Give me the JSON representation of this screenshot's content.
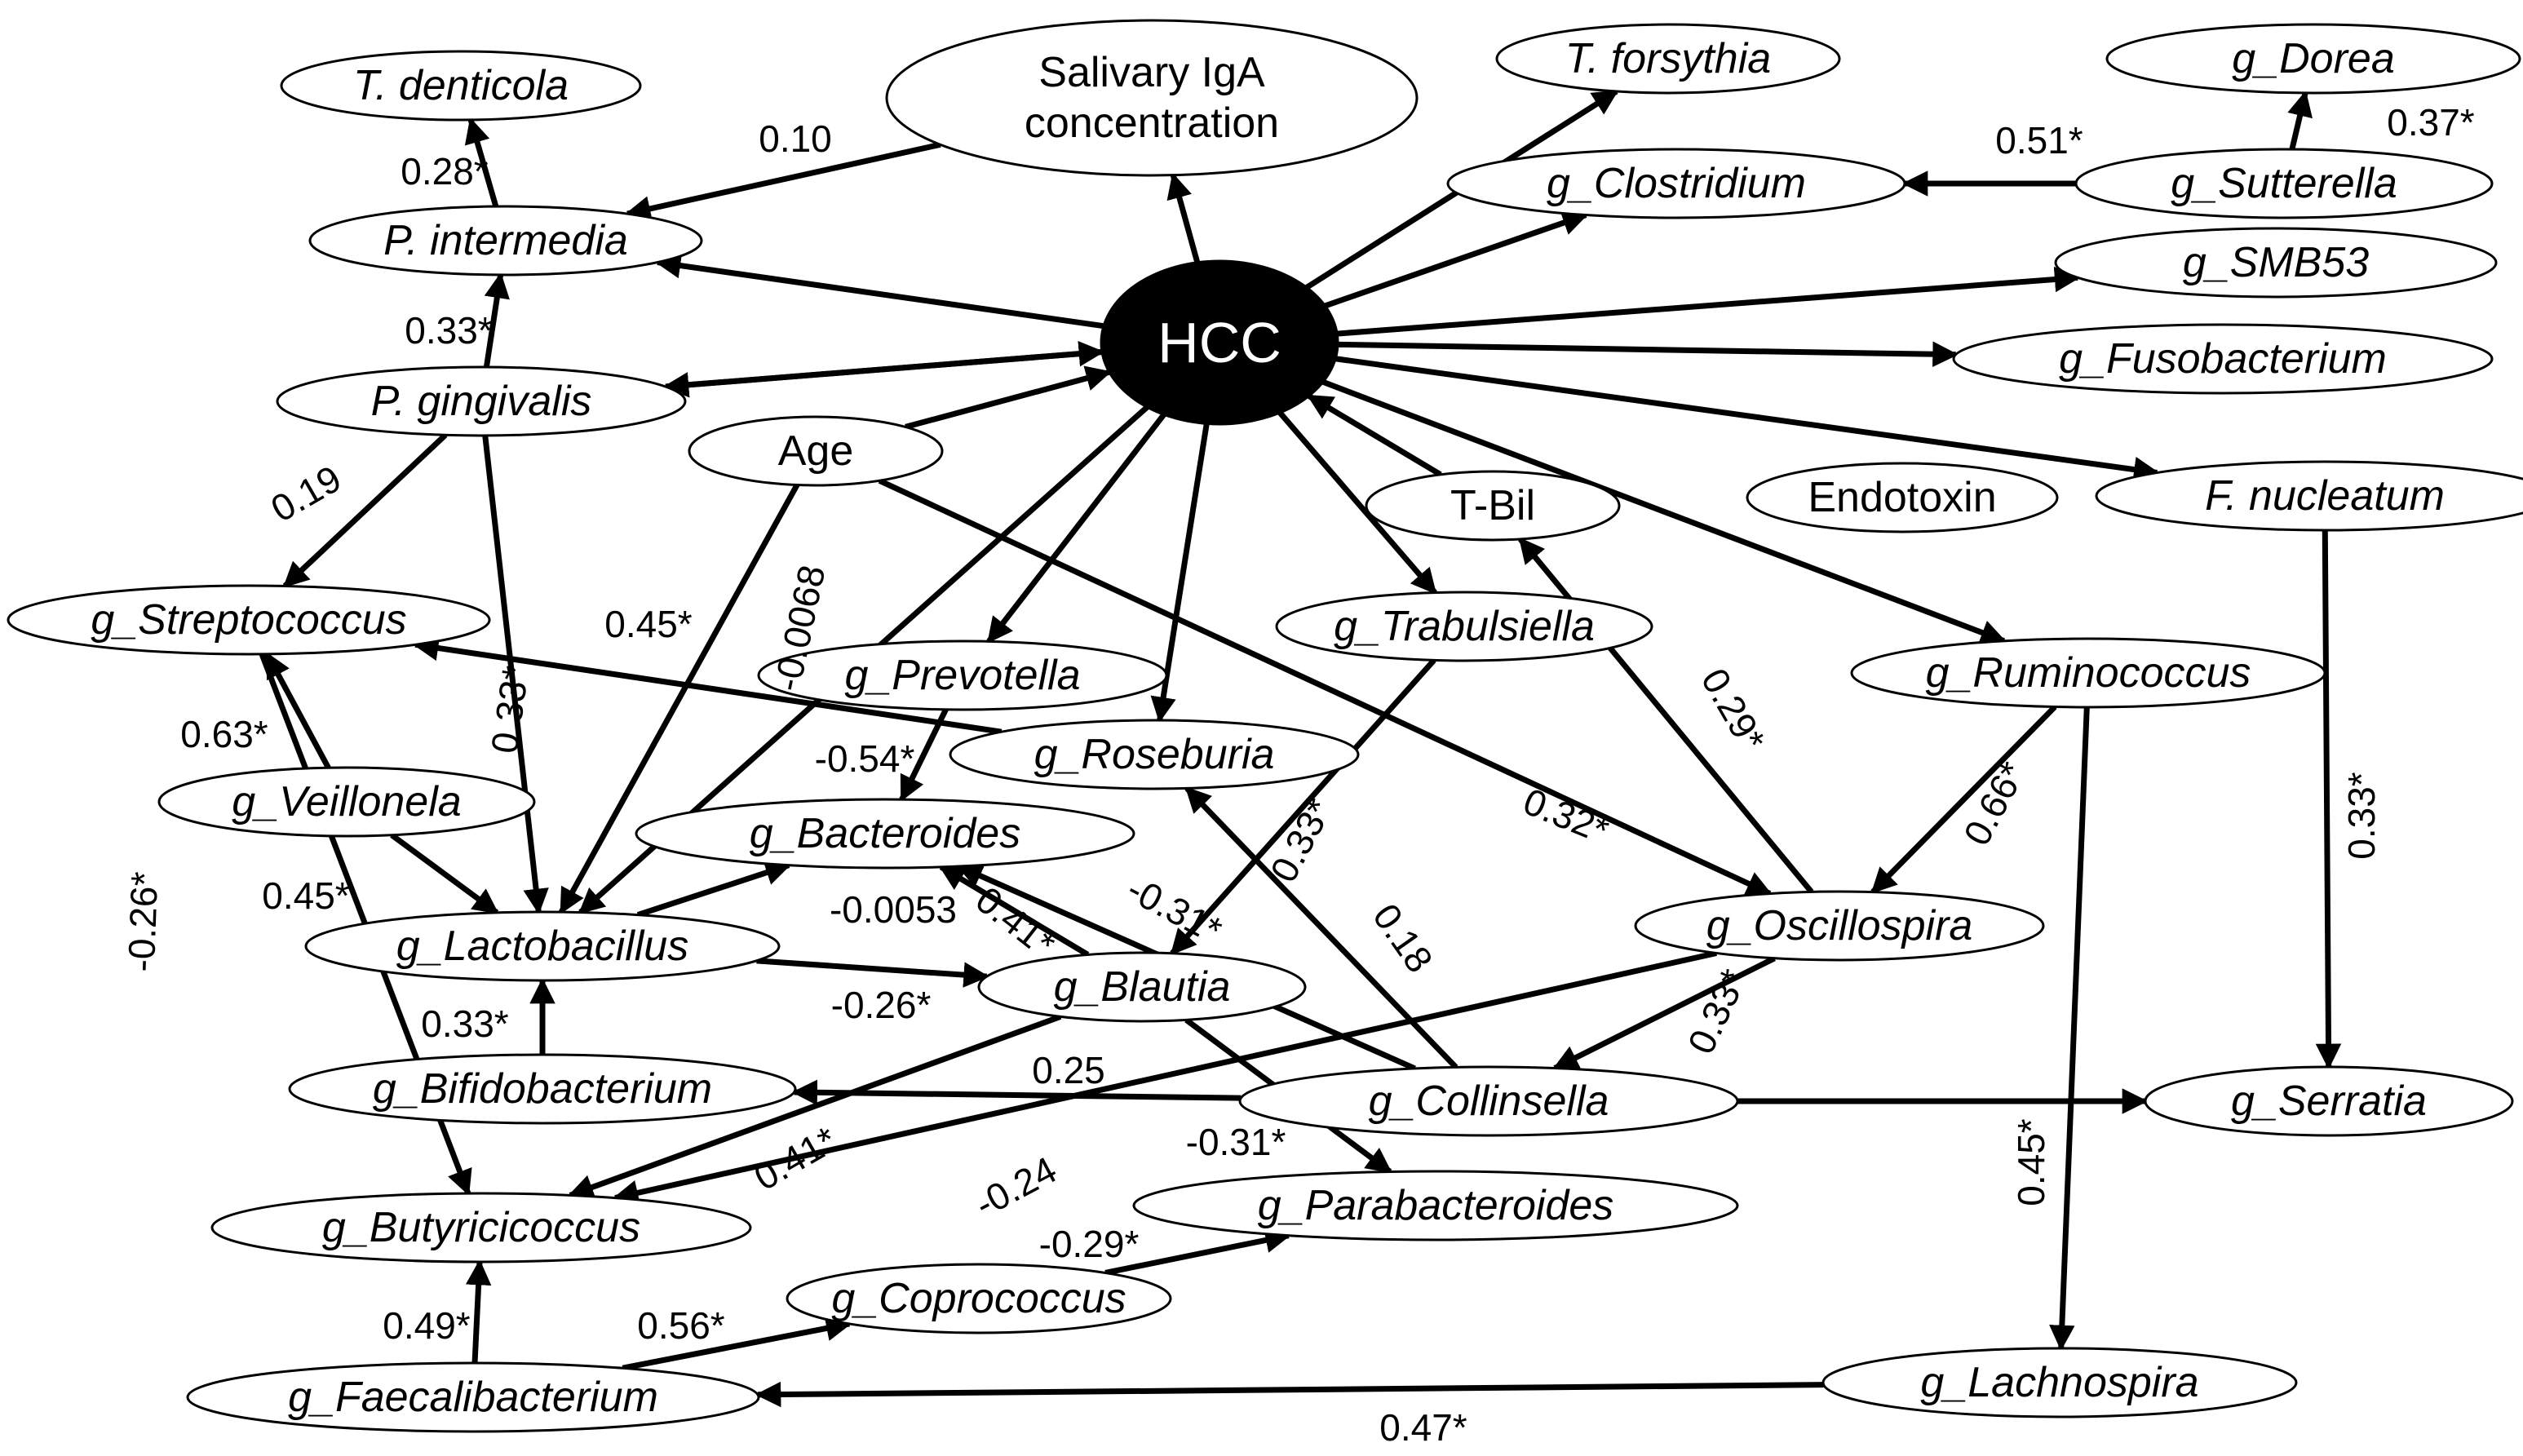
{
  "nodes": [
    {
      "id": "hcc",
      "label": [
        "HCC"
      ],
      "italic": false
    },
    {
      "id": "t_denticola",
      "label": [
        "T. denticola"
      ],
      "italic": true
    },
    {
      "id": "salivary_iga",
      "label": [
        "Salivary IgA",
        "concentration"
      ],
      "italic": false
    },
    {
      "id": "t_forsythia",
      "label": [
        "T. forsythia"
      ],
      "italic": true
    },
    {
      "id": "g_dorea",
      "label": [
        "g_Dorea"
      ],
      "italic": true
    },
    {
      "id": "g_clostridium",
      "label": [
        "g_Clostridium"
      ],
      "italic": true
    },
    {
      "id": "g_sutterella",
      "label": [
        "g_Sutterella"
      ],
      "italic": true
    },
    {
      "id": "p_intermedia",
      "label": [
        "P. intermedia"
      ],
      "italic": true
    },
    {
      "id": "g_smb53",
      "label": [
        "g_SMB53"
      ],
      "italic": true
    },
    {
      "id": "g_fusobacterium",
      "label": [
        "g_Fusobacterium"
      ],
      "italic": true
    },
    {
      "id": "p_gingivalis",
      "label": [
        "P. gingivalis"
      ],
      "italic": true
    },
    {
      "id": "age",
      "label": [
        "Age"
      ],
      "italic": false
    },
    {
      "id": "t_bil",
      "label": [
        "T-Bil"
      ],
      "italic": false
    },
    {
      "id": "endotoxin",
      "label": [
        "Endotoxin"
      ],
      "italic": false
    },
    {
      "id": "f_nucleatum",
      "label": [
        "F. nucleatum"
      ],
      "italic": true
    },
    {
      "id": "g_streptococcus",
      "label": [
        "g_Streptococcus"
      ],
      "italic": true
    },
    {
      "id": "g_trabulsiella",
      "label": [
        "g_Trabulsiella"
      ],
      "italic": true
    },
    {
      "id": "g_prevotella",
      "label": [
        "g_Prevotella"
      ],
      "italic": true
    },
    {
      "id": "g_ruminococcus",
      "label": [
        "g_Ruminococcus"
      ],
      "italic": true
    },
    {
      "id": "g_roseburia",
      "label": [
        "g_Roseburia"
      ],
      "italic": true
    },
    {
      "id": "g_veillonela",
      "label": [
        "g_Veillonela"
      ],
      "italic": true
    },
    {
      "id": "g_bacteroides",
      "label": [
        "g_Bacteroides"
      ],
      "italic": true
    },
    {
      "id": "g_oscillospira",
      "label": [
        "g_Oscillospira"
      ],
      "italic": true
    },
    {
      "id": "g_lactobacillus",
      "label": [
        "g_Lactobacillus"
      ],
      "italic": true
    },
    {
      "id": "g_blautia",
      "label": [
        "g_Blautia"
      ],
      "italic": true
    },
    {
      "id": "g_bifidobacterium",
      "label": [
        "g_Bifidobacterium"
      ],
      "italic": true
    },
    {
      "id": "g_collinsella",
      "label": [
        "g_Collinsella"
      ],
      "italic": true
    },
    {
      "id": "g_serratia",
      "label": [
        "g_Serratia"
      ],
      "italic": true
    },
    {
      "id": "g_parabacteroides",
      "label": [
        "g_Parabacteroides"
      ],
      "italic": true
    },
    {
      "id": "g_butyricicoccus",
      "label": [
        "g_Butyricicoccus"
      ],
      "italic": true
    },
    {
      "id": "g_coprococcus",
      "label": [
        "g_Coprococcus"
      ],
      "italic": true
    },
    {
      "id": "g_faecalibacterium",
      "label": [
        "g_Faecalibacterium"
      ],
      "italic": true
    },
    {
      "id": "g_lachnospira",
      "label": [
        "g_Lachnospira"
      ],
      "italic": true
    }
  ],
  "edges": [
    {
      "from": "hcc",
      "to": "salivary_iga",
      "label": ""
    },
    {
      "from": "hcc",
      "to": "t_forsythia",
      "label": ""
    },
    {
      "from": "hcc",
      "to": "g_clostridium",
      "label": ""
    },
    {
      "from": "hcc",
      "to": "g_smb53",
      "label": ""
    },
    {
      "from": "hcc",
      "to": "g_fusobacterium",
      "label": ""
    },
    {
      "from": "hcc",
      "to": "f_nucleatum",
      "label": ""
    },
    {
      "from": "hcc",
      "to": "g_ruminococcus",
      "label": ""
    },
    {
      "from": "hcc",
      "to": "p_intermedia",
      "label": ""
    },
    {
      "from": "hcc",
      "to": "p_gingivalis",
      "label": ""
    },
    {
      "from": "p_gingivalis",
      "to": "hcc",
      "label": ""
    },
    {
      "from": "age",
      "to": "hcc",
      "label": ""
    },
    {
      "from": "hcc",
      "to": "g_lactobacillus",
      "label": ""
    },
    {
      "from": "hcc",
      "to": "g_prevotella",
      "label": ""
    },
    {
      "from": "hcc",
      "to": "g_roseburia",
      "label": ""
    },
    {
      "from": "hcc",
      "to": "g_trabulsiella",
      "label": ""
    },
    {
      "from": "t_bil",
      "to": "hcc",
      "label": ""
    },
    {
      "from": "salivary_iga",
      "to": "p_intermedia",
      "label": "0.10"
    },
    {
      "from": "p_intermedia",
      "to": "t_denticola",
      "label": "0.28*"
    },
    {
      "from": "p_gingivalis",
      "to": "p_intermedia",
      "label": "0.33*"
    },
    {
      "from": "g_sutterella",
      "to": "g_clostridium",
      "label": "0.51*"
    },
    {
      "from": "g_sutterella",
      "to": "g_dorea",
      "label": "0.37*"
    },
    {
      "from": "p_gingivalis",
      "to": "g_streptococcus",
      "label": "0.19"
    },
    {
      "from": "p_gingivalis",
      "to": "g_lactobacillus",
      "label": "0.33*"
    },
    {
      "from": "age",
      "to": "g_lactobacillus",
      "label": "-0.0068"
    },
    {
      "from": "age",
      "to": "g_oscillospira",
      "label": "0.32*"
    },
    {
      "from": "g_roseburia",
      "to": "g_streptococcus",
      "label": "0.45*"
    },
    {
      "from": "g_veillonela",
      "to": "g_streptococcus",
      "label": "0.63*"
    },
    {
      "from": "g_veillonela",
      "to": "g_lactobacillus",
      "label": "0.45*"
    },
    {
      "from": "g_streptococcus",
      "to": "g_butyricicoccus",
      "label": "-0.26*"
    },
    {
      "from": "g_prevotella",
      "to": "g_bacteroides",
      "label": "-0.54*"
    },
    {
      "from": "g_lactobacillus",
      "to": "g_bacteroides",
      "label": "-0.0053"
    },
    {
      "from": "g_lactobacillus",
      "to": "g_blautia",
      "label": "-0.26*"
    },
    {
      "from": "g_blautia",
      "to": "g_bacteroides",
      "label": "0.41*"
    },
    {
      "from": "g_collinsella",
      "to": "g_bacteroides",
      "label": "-0.31*"
    },
    {
      "from": "g_trabulsiella",
      "to": "g_blautia",
      "label": "0.33*"
    },
    {
      "from": "g_collinsella",
      "to": "g_roseburia",
      "label": "0.18"
    },
    {
      "from": "g_oscillospira",
      "to": "t_bil",
      "label": "0.29*"
    },
    {
      "from": "g_ruminococcus",
      "to": "g_oscillospira",
      "label": "0.66*"
    },
    {
      "from": "g_oscillospira",
      "to": "g_collinsella",
      "label": "0.33*"
    },
    {
      "from": "g_bifidobacterium",
      "to": "g_lactobacillus",
      "label": "0.33*"
    },
    {
      "from": "g_collinsella",
      "to": "g_bifidobacterium",
      "label": "0.25"
    },
    {
      "from": "g_collinsella",
      "to": "g_serratia",
      "label": ""
    },
    {
      "from": "f_nucleatum",
      "to": "g_serratia",
      "label": "0.33*"
    },
    {
      "from": "g_blautia",
      "to": "g_butyricicoccus",
      "label": "0.41*"
    },
    {
      "from": "g_oscillospira",
      "to": "g_butyricicoccus",
      "label": "-0.24"
    },
    {
      "from": "g_blautia",
      "to": "g_parabacteroides",
      "label": "-0.31*"
    },
    {
      "from": "g_coprococcus",
      "to": "g_parabacteroides",
      "label": "-0.29*"
    },
    {
      "from": "g_faecalibacterium",
      "to": "g_butyricicoccus",
      "label": "0.49*"
    },
    {
      "from": "g_faecalibacterium",
      "to": "g_coprococcus",
      "label": "0.56*"
    },
    {
      "from": "g_ruminococcus",
      "to": "g_lachnospira",
      "label": "0.45*"
    },
    {
      "from": "g_lachnospira",
      "to": "g_faecalibacterium",
      "label": "0.47*"
    }
  ]
}
